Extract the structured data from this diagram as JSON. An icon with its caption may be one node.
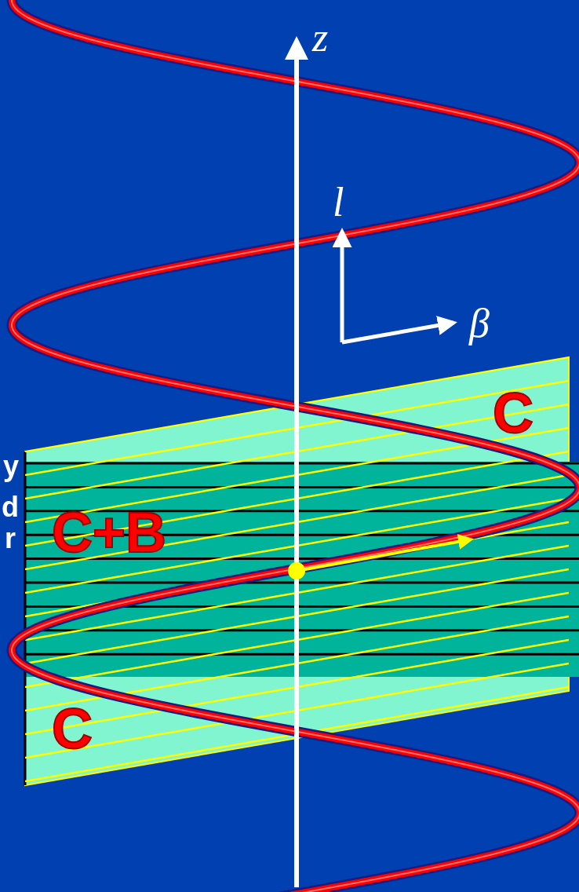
{
  "diagram": {
    "labels": [
      "z",
      "l",
      "β",
      "C",
      "y",
      "d",
      "C+B",
      "r",
      "C"
    ]
  }
}
